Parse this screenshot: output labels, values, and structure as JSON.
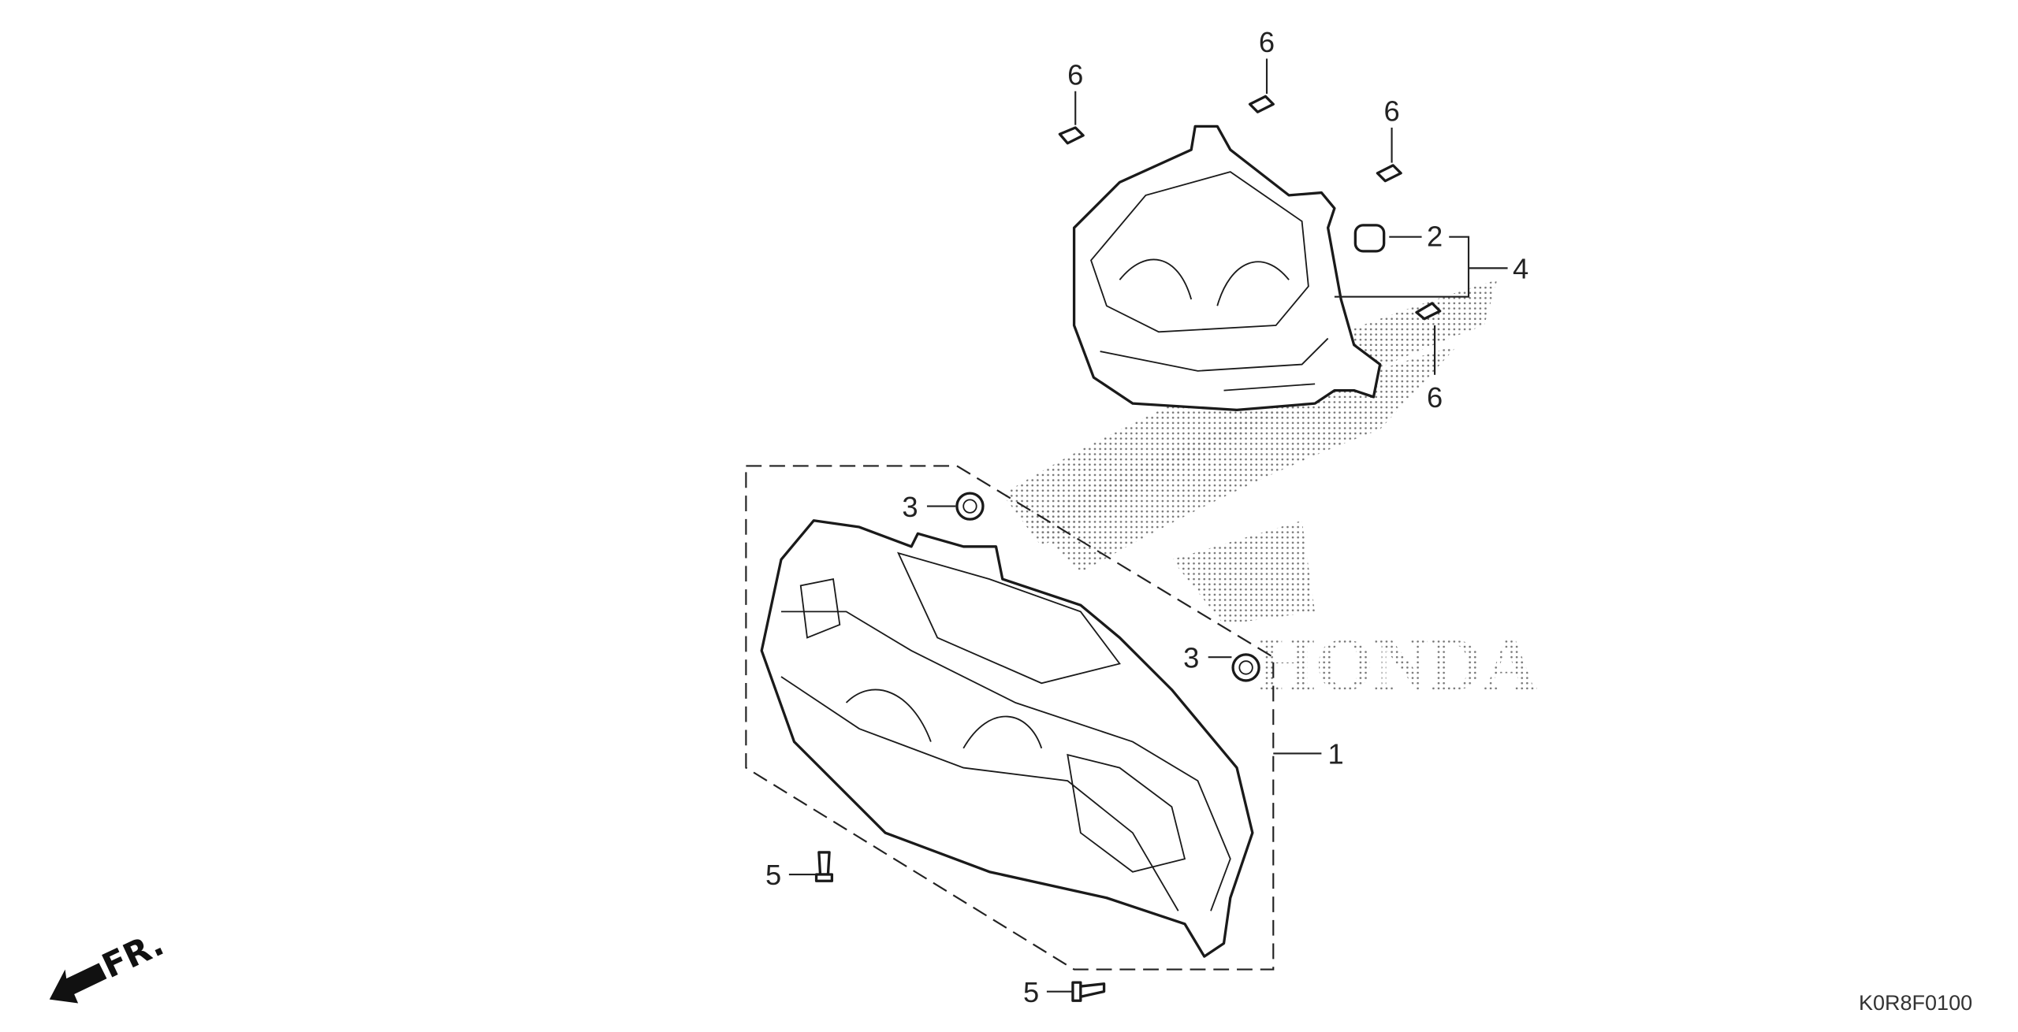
{
  "diagram": {
    "code": "K0R8F0100",
    "direction_label": "FR.",
    "watermark": "HONDA",
    "callouts": {
      "c1": "1",
      "c2": "2",
      "c3a": "3",
      "c3b": "3",
      "c4": "4",
      "c5a": "5",
      "c5b": "5",
      "c6a": "6",
      "c6b": "6",
      "c6c": "6",
      "c6d": "6"
    }
  }
}
